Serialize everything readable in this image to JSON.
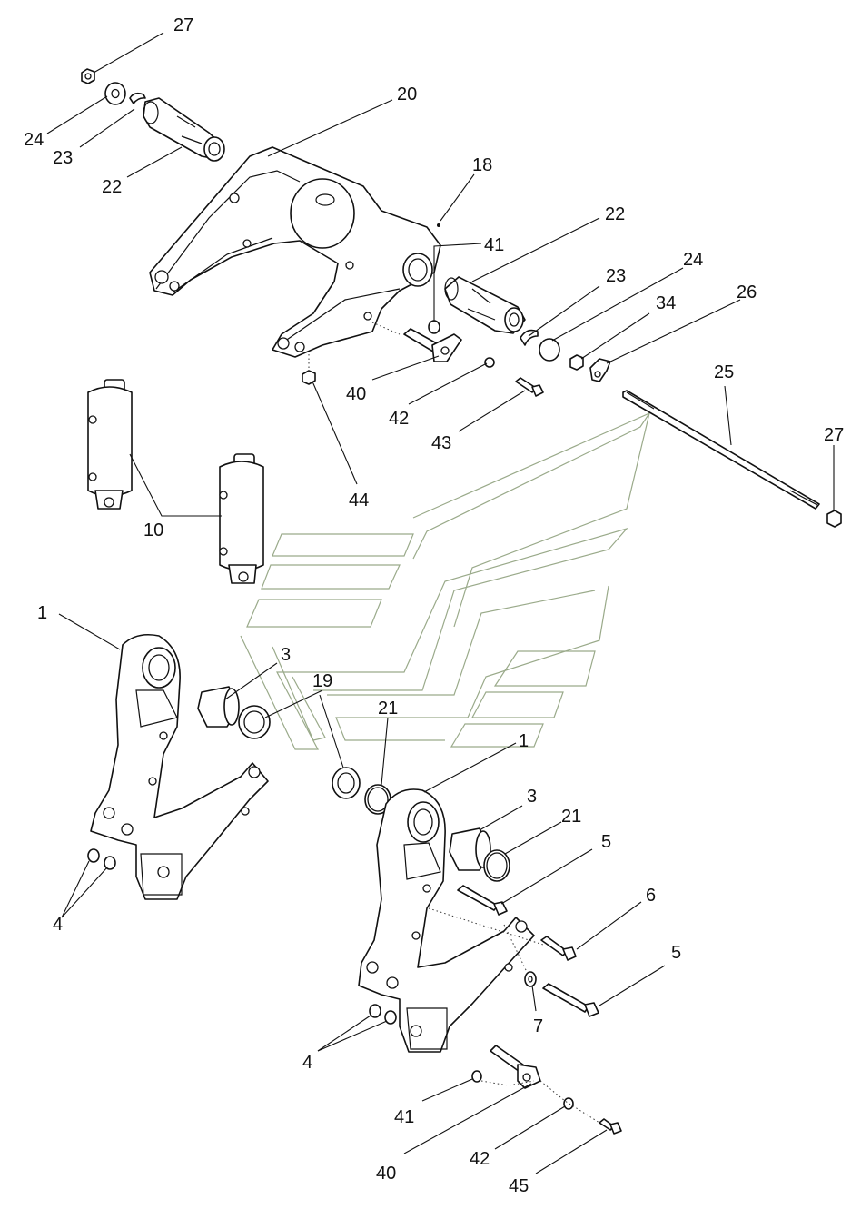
{
  "diagram": {
    "callouts": [
      {
        "id": "c27a",
        "label": "27"
      },
      {
        "id": "c20",
        "label": "20"
      },
      {
        "id": "c24a",
        "label": "24"
      },
      {
        "id": "c23a",
        "label": "23"
      },
      {
        "id": "c22a",
        "label": "22"
      },
      {
        "id": "c18",
        "label": "18"
      },
      {
        "id": "c22b",
        "label": "22"
      },
      {
        "id": "c41a",
        "label": "41"
      },
      {
        "id": "c23b",
        "label": "23"
      },
      {
        "id": "c24b",
        "label": "24"
      },
      {
        "id": "c34",
        "label": "34"
      },
      {
        "id": "c26",
        "label": "26"
      },
      {
        "id": "c25",
        "label": "25"
      },
      {
        "id": "c40a",
        "label": "40"
      },
      {
        "id": "c42a",
        "label": "42"
      },
      {
        "id": "c43",
        "label": "43"
      },
      {
        "id": "c27b",
        "label": "27"
      },
      {
        "id": "c44",
        "label": "44"
      },
      {
        "id": "c10",
        "label": "10"
      },
      {
        "id": "c1a",
        "label": "1"
      },
      {
        "id": "c3a",
        "label": "3"
      },
      {
        "id": "c19",
        "label": "19"
      },
      {
        "id": "c21a",
        "label": "21"
      },
      {
        "id": "c1b",
        "label": "1"
      },
      {
        "id": "c3b",
        "label": "3"
      },
      {
        "id": "c21b",
        "label": "21"
      },
      {
        "id": "c5a",
        "label": "5"
      },
      {
        "id": "c6",
        "label": "6"
      },
      {
        "id": "c5b",
        "label": "5"
      },
      {
        "id": "c4a",
        "label": "4"
      },
      {
        "id": "c7",
        "label": "7"
      },
      {
        "id": "c4b",
        "label": "4"
      },
      {
        "id": "c41b",
        "label": "41"
      },
      {
        "id": "c42b",
        "label": "42"
      },
      {
        "id": "c40b",
        "label": "40"
      },
      {
        "id": "c45",
        "label": "45"
      }
    ]
  }
}
